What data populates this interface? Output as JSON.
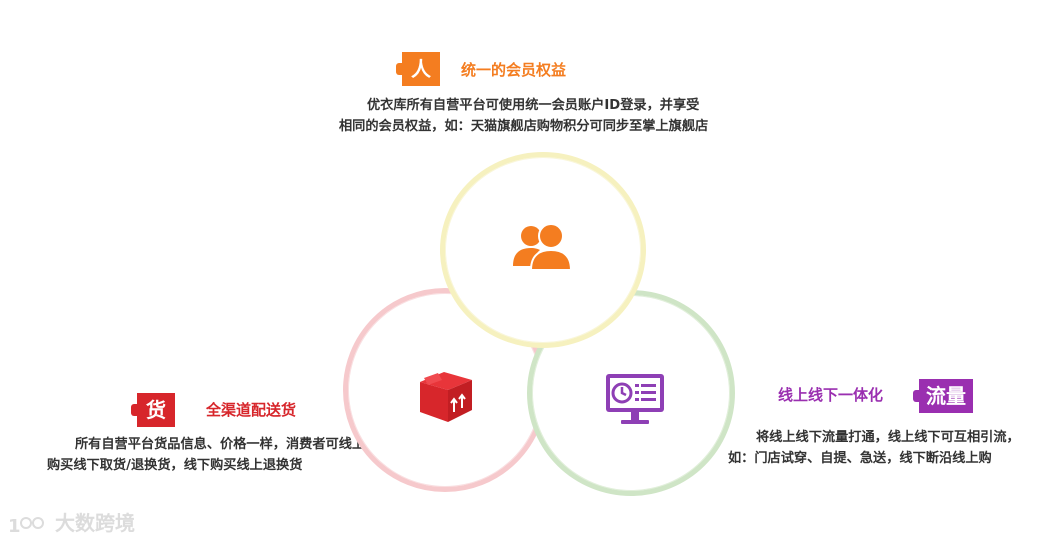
{
  "people": {
    "tag": "人",
    "heading": "统一的会员权益",
    "description": "优衣库所有自营平台可使用统一会员账户ID登录，并享受相同的会员权益，如：天猫旗舰店购物积分可同步至掌上旗舰店",
    "color": "#f47d20",
    "icon": "people-icon"
  },
  "goods": {
    "tag": "货",
    "heading": "全渠道配送货",
    "description": "所有自营平台货品信息、价格一样，消费者可线上购买线下取货/退换货，线下购买线上退换货",
    "color": "#d7262b",
    "icon": "box-icon"
  },
  "traffic": {
    "tag": "流量",
    "heading": "线上线下一体化",
    "description": "将线上线下流量打通，线上线下可互相引流，如：门店试穿、自提、急送，线下断沿线上购",
    "color": "#9a2fb0",
    "icon": "monitor-icon"
  },
  "watermark": {
    "text": "大数跨境"
  },
  "circle_colors": {
    "people": "#f6f1bf",
    "goods": "#f6c9cc",
    "traffic": "#cfe5c6"
  }
}
